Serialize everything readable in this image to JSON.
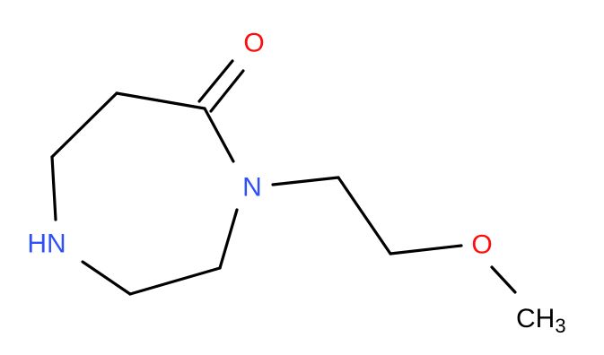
{
  "colors": {
    "bond": "#000000",
    "oxygen": "#ff0d0d",
    "nitrogen": "#3050f8",
    "carbon": "#000000",
    "background": "#ffffff"
  },
  "atoms": {
    "carbonyl_oxygen": "O",
    "ring_nitrogen_substituted": "N",
    "ring_nitrogen_nh": "HN",
    "ether_oxygen": "O",
    "methyl_c": "CH",
    "methyl_sub": "3"
  }
}
